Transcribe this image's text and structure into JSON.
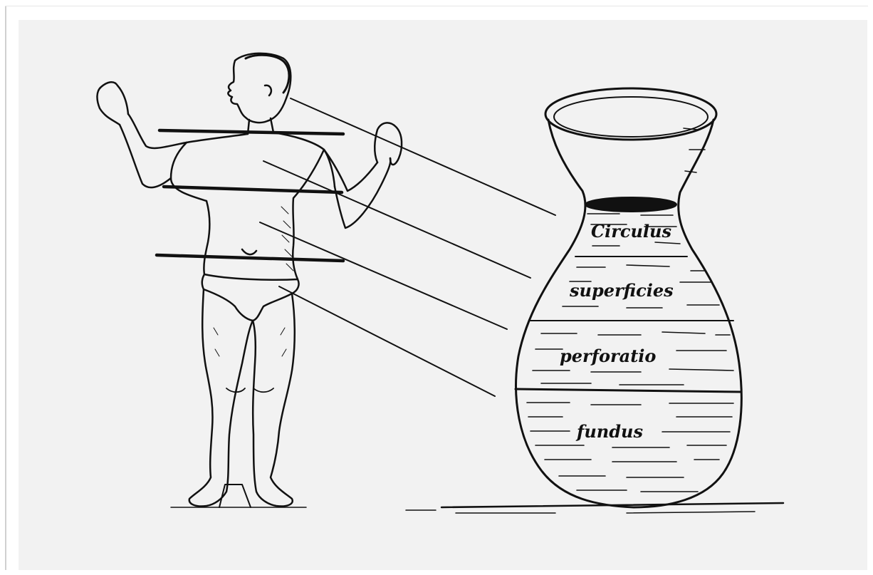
{
  "diagram": {
    "colors": {
      "ink": "#111111",
      "paper": "#f2f2f2",
      "frame": "#ffffff"
    },
    "vessel_labels": [
      {
        "id": "circulus",
        "text": "Circulus"
      },
      {
        "id": "superficies",
        "text": "superficies"
      },
      {
        "id": "perforatio",
        "text": "perforatio"
      },
      {
        "id": "fundus",
        "text": "fundus"
      }
    ]
  }
}
